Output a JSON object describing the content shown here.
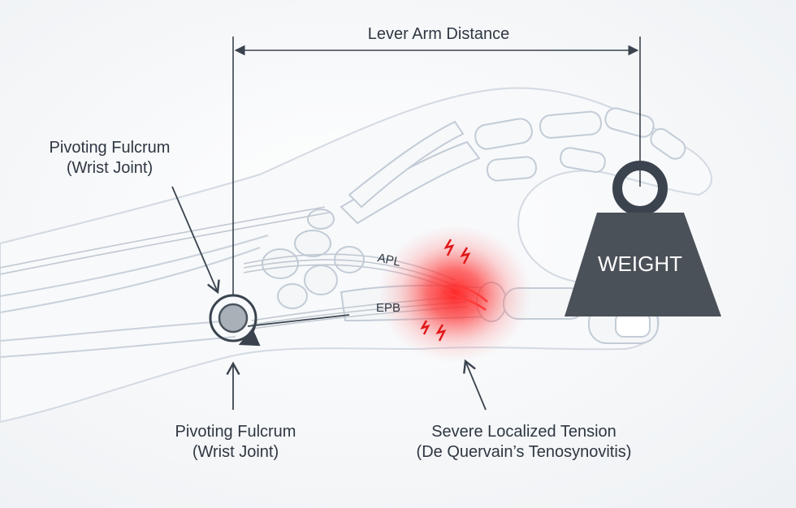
{
  "lever_arm": {
    "label": "Lever Arm Distance"
  },
  "fulcrum_left": {
    "line1": "Pivoting Fulcrum",
    "line2": "(Wrist Joint)"
  },
  "fulcrum_bottom": {
    "line1": "Pivoting Fulcrum",
    "line2": "(Wrist Joint)"
  },
  "tension": {
    "line1": "Severe Localized Tension",
    "line2": "(De Quervain’s Tenosynovitis)"
  },
  "tendons": {
    "apl": "APL",
    "epb": "EPB"
  },
  "weight": {
    "label": "WEIGHT"
  },
  "colors": {
    "bone_outline": "#c9d1da",
    "annotation": "#3a434e",
    "weight_fill": "#4b5159",
    "inflammation": "#ff2a2a",
    "text": "#2f3742"
  }
}
